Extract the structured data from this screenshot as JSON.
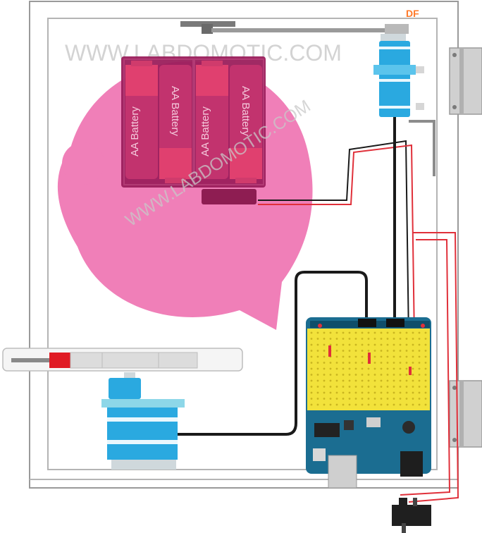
{
  "watermark": {
    "primary": "WWW.LABDOMOTIC.COM",
    "diagonal": "WWW.LABDOMOTIC.COM"
  },
  "corner_mark": "DF",
  "battery_pack": {
    "cell_label": "AA Battery",
    "cells": [
      "AA Battery",
      "AA Battery",
      "AA Battery",
      "AA Battery"
    ]
  },
  "colors": {
    "piggy_pink": "#f07fb8",
    "battery_body": "#9b1f5c",
    "servo_blue": "#2aa9e0",
    "arduino_blue": "#1b6d91",
    "proto_yellow": "#f2e23b",
    "wire_red": "#e0303a",
    "wire_black": "#1a1a1a",
    "frame_grey": "#8c8c8c"
  }
}
